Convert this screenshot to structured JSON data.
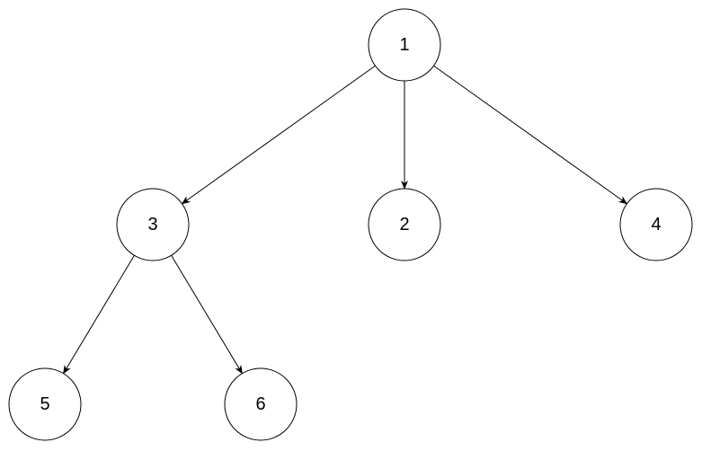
{
  "diagram": {
    "type": "tree",
    "nodes": [
      {
        "id": "n1",
        "label": "1"
      },
      {
        "id": "n3",
        "label": "3"
      },
      {
        "id": "n2",
        "label": "2"
      },
      {
        "id": "n4",
        "label": "4"
      },
      {
        "id": "n5",
        "label": "5"
      },
      {
        "id": "n6",
        "label": "6"
      }
    ],
    "edges": [
      {
        "from": "n1",
        "to": "n3"
      },
      {
        "from": "n1",
        "to": "n2"
      },
      {
        "from": "n1",
        "to": "n4"
      },
      {
        "from": "n3",
        "to": "n5"
      },
      {
        "from": "n3",
        "to": "n6"
      }
    ]
  },
  "colors": {
    "stroke": "#000000",
    "fill": "#ffffff",
    "text": "#000000"
  }
}
